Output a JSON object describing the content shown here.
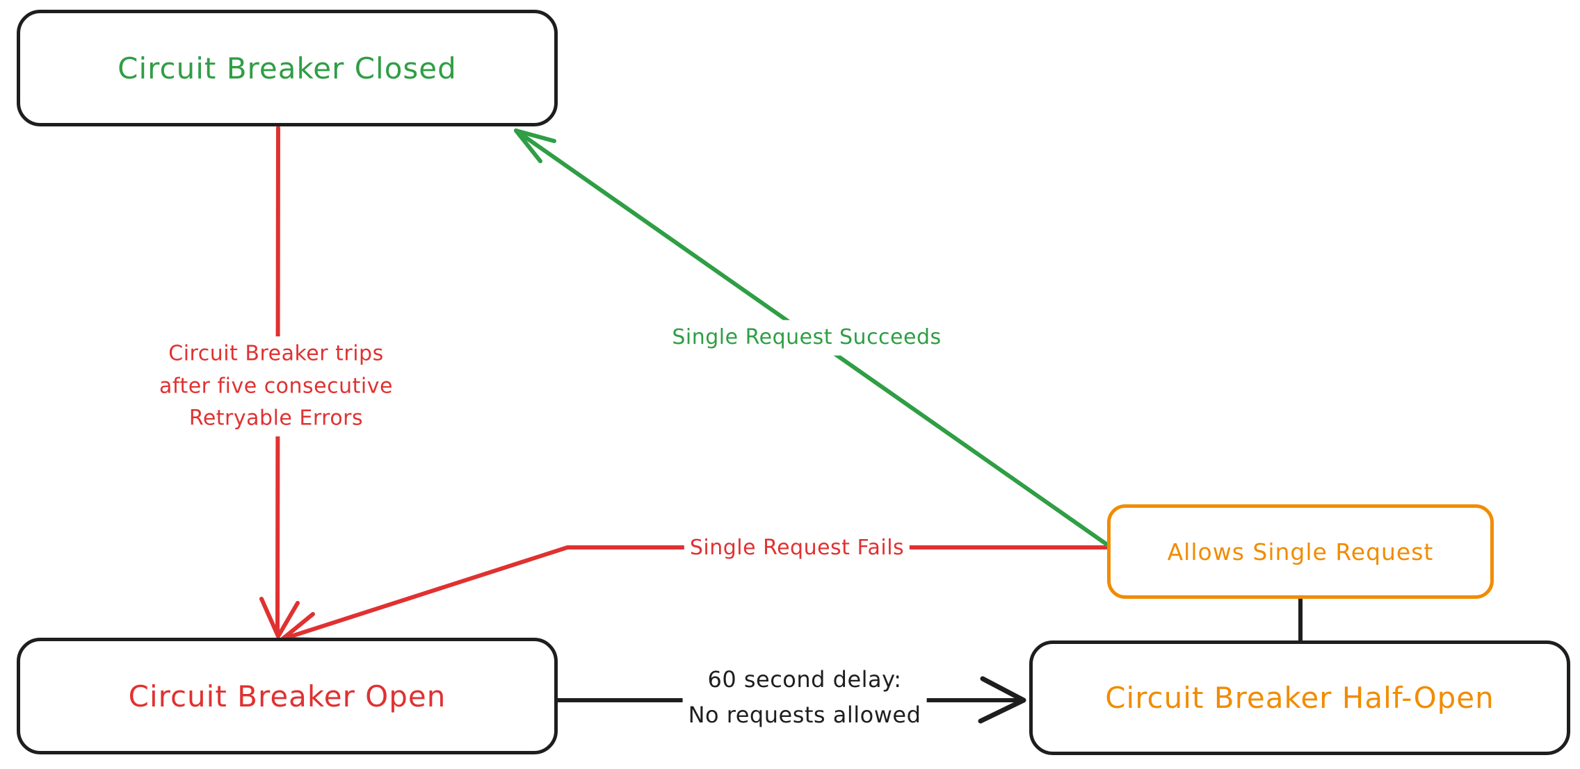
{
  "colors": {
    "background": "#ffffff",
    "black": "#1e1e1e",
    "red": "#e03131",
    "green": "#2f9e44",
    "orange": "#f08c00"
  },
  "nodes": {
    "closed": {
      "label": "Circuit Breaker Closed"
    },
    "open": {
      "label": "Circuit Breaker Open"
    },
    "half_open": {
      "label": "Circuit Breaker Half-Open"
    },
    "allows_single_request": {
      "label": "Allows Single Request"
    }
  },
  "edges": {
    "trip": {
      "from": "closed",
      "to": "open",
      "label_lines": [
        "Circuit Breaker trips",
        "after five consecutive",
        "Retryable Errors"
      ]
    },
    "succeeds": {
      "from": "allows_single_request",
      "to": "closed",
      "label": "Single Request Succeeds"
    },
    "fails": {
      "from": "allows_single_request",
      "to": "open",
      "label": "Single Request Fails"
    },
    "delay": {
      "from": "open",
      "to": "half_open",
      "label_lines": [
        "60 second delay:",
        "No requests allowed"
      ]
    },
    "half_open_to_allows": {
      "from": "half_open",
      "to": "allows_single_request",
      "label": ""
    }
  }
}
